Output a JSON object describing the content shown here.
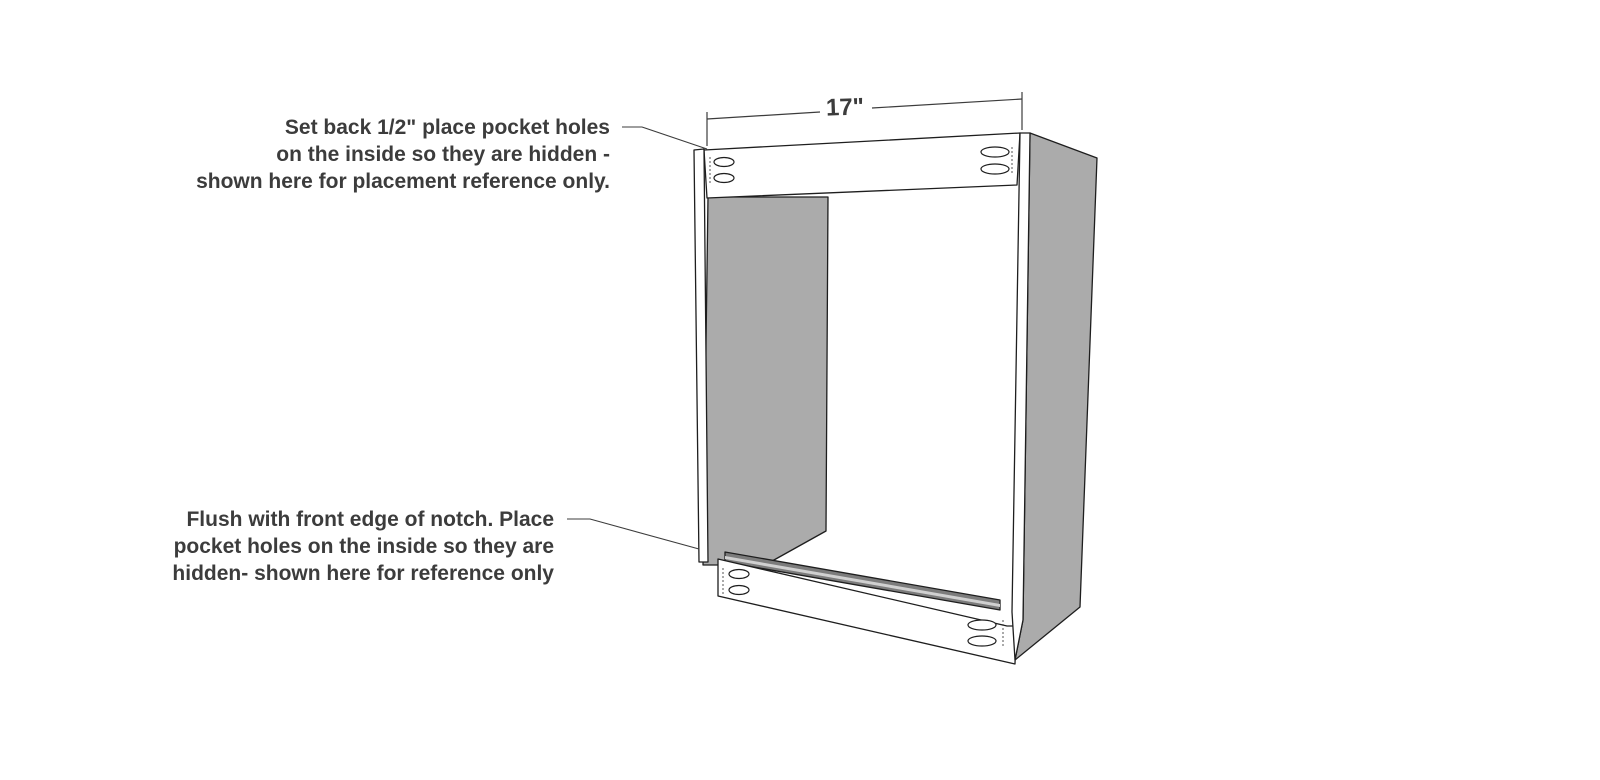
{
  "dimension": {
    "width_label": "17\""
  },
  "annotations": {
    "top_note": [
      "Set back 1/2\" place pocket holes",
      "on the inside so they are hidden -",
      "shown here for placement reference only."
    ],
    "bottom_note": [
      "Flush with front edge of notch. Place",
      "pocket holes on the inside so they are",
      "hidden- shown here for reference only"
    ]
  },
  "colors": {
    "panel_face": "#ffffff",
    "panel_shadow": "#ababab",
    "outline": "#1e1e1e",
    "text": "#3c3c3c"
  }
}
